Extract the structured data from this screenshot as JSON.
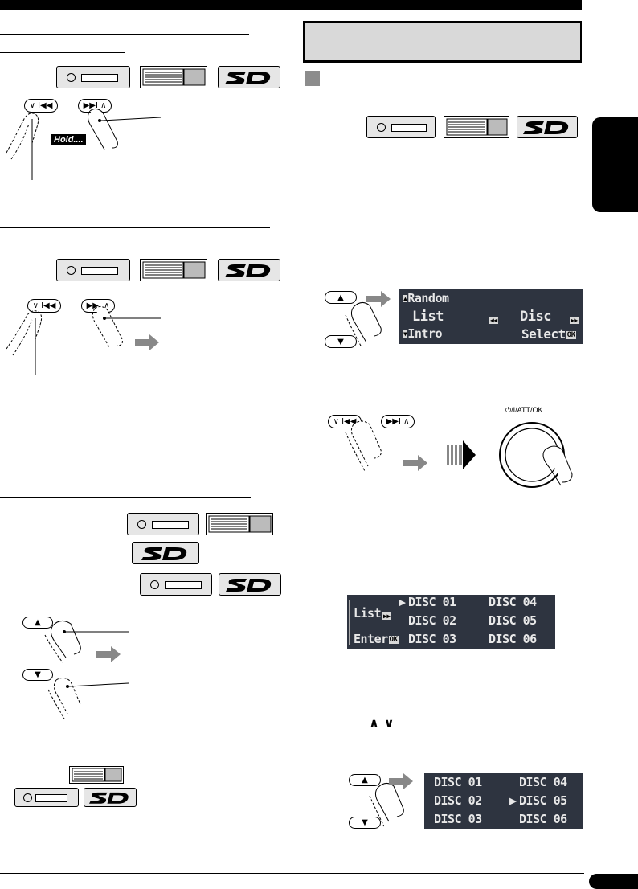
{
  "hold_label": "Hold....",
  "ok_button_label": "⏻/I/ATT/OK",
  "arrows_label": "∧ ∨",
  "lcd_menu": {
    "random": "Random",
    "list": "List",
    "intro": "Intro",
    "disc": "Disc",
    "select": "Select",
    "ok": "OK"
  },
  "lcd_list": {
    "list": "List",
    "enter": "Enter",
    "ok": "OK",
    "discs": [
      "DISC 01",
      "DISC 02",
      "DISC 03",
      "DISC 04",
      "DISC 05",
      "DISC 06"
    ]
  },
  "lcd_list2": {
    "discs": [
      "DISC 01",
      "DISC 02",
      "DISC 03",
      "DISC 04",
      "DISC 05",
      "DISC 06"
    ]
  }
}
